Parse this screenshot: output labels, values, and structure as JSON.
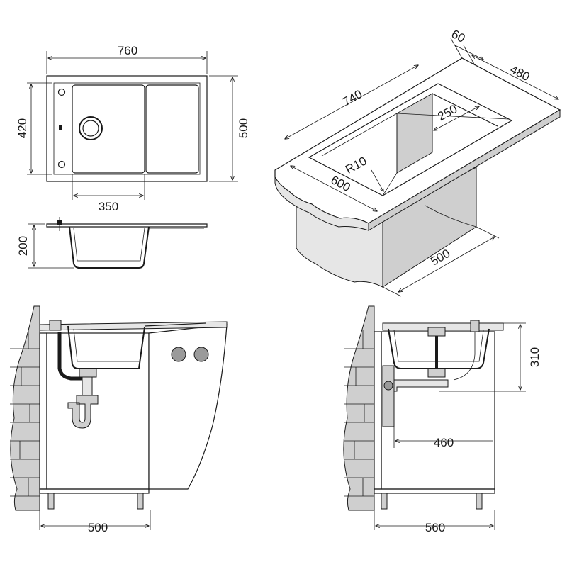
{
  "top_view": {
    "width": "760",
    "height_total": "500",
    "height_inner": "420",
    "bowl_width": "350"
  },
  "side_section": {
    "depth": "200"
  },
  "perspective": {
    "depth_front": "60",
    "depth_total": "480",
    "length": "740",
    "bowl_width": "250",
    "radius": "R10",
    "front_width": "600",
    "cabinet_depth": "500"
  },
  "front_install": {
    "cabinet_width": "500"
  },
  "side_install": {
    "height": "310",
    "drain_offset": "460",
    "cabinet_depth": "560"
  },
  "colors": {
    "line": "#1a1a1a",
    "fill_gray": "#cfcfcf"
  }
}
